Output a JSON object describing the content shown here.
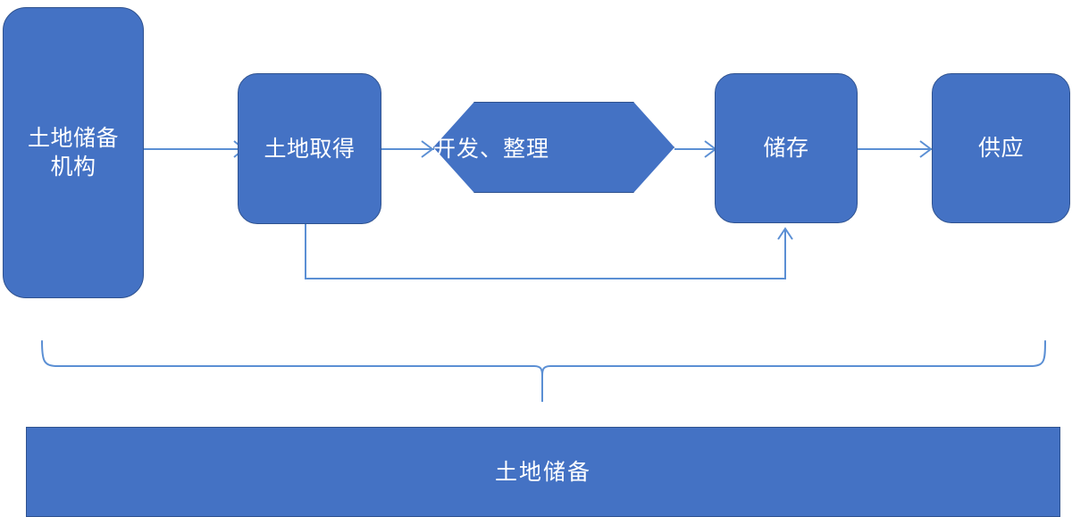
{
  "diagram": {
    "title_text": "土地储备",
    "background": "#FFFFFF",
    "colors": {
      "shape_fill": "#4472C4",
      "shape_stroke": "#2F528F",
      "connector": "#5B8FD4",
      "brace": "#5B8FD4",
      "label_text": "#FFFFFF"
    },
    "nodes": [
      {
        "id": "agency",
        "label": "土地储备\n机构",
        "shape": "rounded-rectangle"
      },
      {
        "id": "acquire",
        "label": "土地取得",
        "shape": "rounded-rectangle"
      },
      {
        "id": "develop",
        "label": "开发、整理",
        "shape": "hexagon"
      },
      {
        "id": "store",
        "label": "储存",
        "shape": "rounded-rectangle"
      },
      {
        "id": "supply",
        "label": "供应",
        "shape": "rounded-rectangle"
      },
      {
        "id": "banner",
        "label": "土地储备",
        "shape": "rectangle"
      }
    ],
    "connectors": [
      {
        "id": "agency-to-acquire",
        "from": "agency",
        "to": "acquire",
        "kind": "arrow-right"
      },
      {
        "id": "acquire-to-develop",
        "from": "acquire",
        "to": "develop",
        "kind": "arrow-right"
      },
      {
        "id": "develop-to-store",
        "from": "develop",
        "to": "store",
        "kind": "arrow-right"
      },
      {
        "id": "store-to-supply",
        "from": "store",
        "to": "supply",
        "kind": "arrow-right"
      },
      {
        "id": "acquire-to-store-feedback",
        "from": "acquire",
        "to": "store",
        "kind": "elbow-arrow-up"
      }
    ],
    "brace": {
      "id": "scope-brace",
      "orientation": "down",
      "spans_nodes": [
        "agency",
        "acquire",
        "develop",
        "store",
        "supply"
      ],
      "points_to": "banner"
    }
  }
}
